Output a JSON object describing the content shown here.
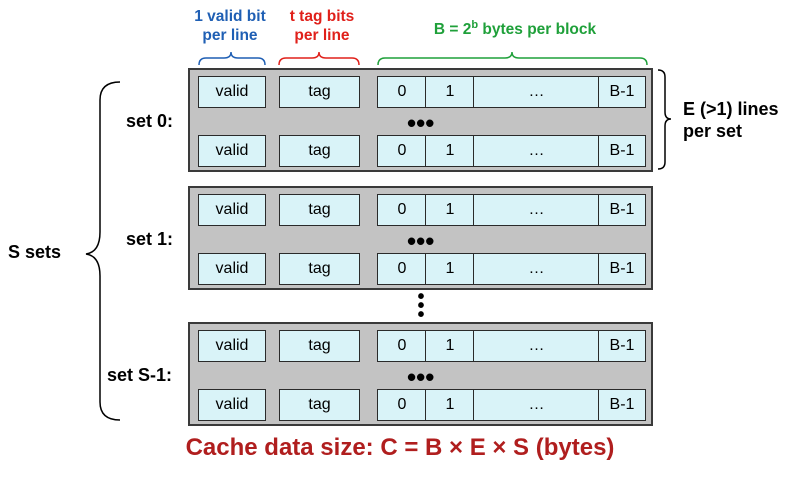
{
  "header": {
    "valid_bit": [
      "1 valid bit",
      "per line"
    ],
    "tag_bits": [
      "t tag bits",
      "per line"
    ],
    "block_prefix": "B = 2",
    "block_sup": "b",
    "block_suffix": " bytes per block"
  },
  "colors": {
    "valid_header": "#1f5fb4",
    "tag_header": "#e0201a",
    "block_header": "#1fa03a",
    "footer": "#b01e1e",
    "cell_fill": "#d9f3f8",
    "set_fill": "#c3c3c3"
  },
  "line_cells": {
    "valid": "valid",
    "tag": "tag",
    "b0": "0",
    "b1": "1",
    "ellipsis": "…",
    "blast": "B-1"
  },
  "sets": [
    {
      "label": "set 0:"
    },
    {
      "label": "set 1:"
    },
    {
      "label": "set S-1:"
    }
  ],
  "dots": "•••",
  "vertical_dots": "•",
  "lines_per_set": [
    "E (>1) lines",
    "per set"
  ],
  "s_sets": "S sets",
  "footer": "Cache data size: C = B × E × S (bytes)"
}
